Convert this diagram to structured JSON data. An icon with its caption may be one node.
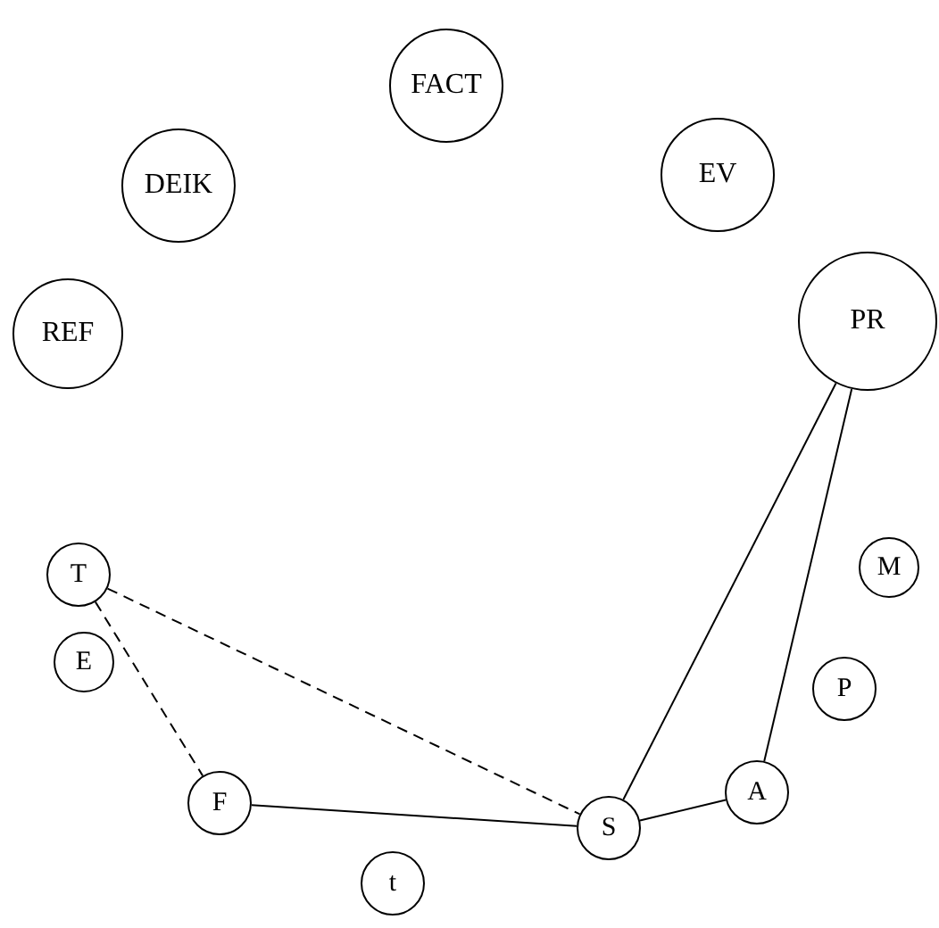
{
  "diagram": {
    "nodes": [
      {
        "text": [
          "FACT"
        ]
      },
      {
        "text": [
          "DEIK"
        ]
      },
      {
        "text": [
          "EV"
        ]
      },
      {
        "text": [
          "REF"
        ]
      },
      {
        "text": [
          "PR"
        ]
      },
      {
        "text": [
          "T"
        ]
      },
      {
        "text": [
          "M"
        ]
      },
      {
        "text": [
          "E"
        ]
      },
      {
        "text": [
          "P"
        ]
      },
      {
        "text": [
          "F"
        ]
      },
      {
        "text": [
          "A"
        ]
      },
      {
        "text": [
          "t"
        ]
      },
      {
        "text": [
          "S"
        ]
      }
    ],
    "edges": [
      {
        "from": 5,
        "to": 9,
        "arrow": "none",
        "style": "dashed"
      },
      {
        "from": 5,
        "to": 12,
        "arrow": "none",
        "style": "dashed"
      },
      {
        "from": 9,
        "to": 12,
        "arrow": "none"
      },
      {
        "from": 12,
        "to": 4,
        "arrow": "none"
      },
      {
        "from": 10,
        "to": 4,
        "arrow": "none"
      },
      {
        "from": 12,
        "to": 10,
        "arrow": "none"
      }
    ]
  }
}
